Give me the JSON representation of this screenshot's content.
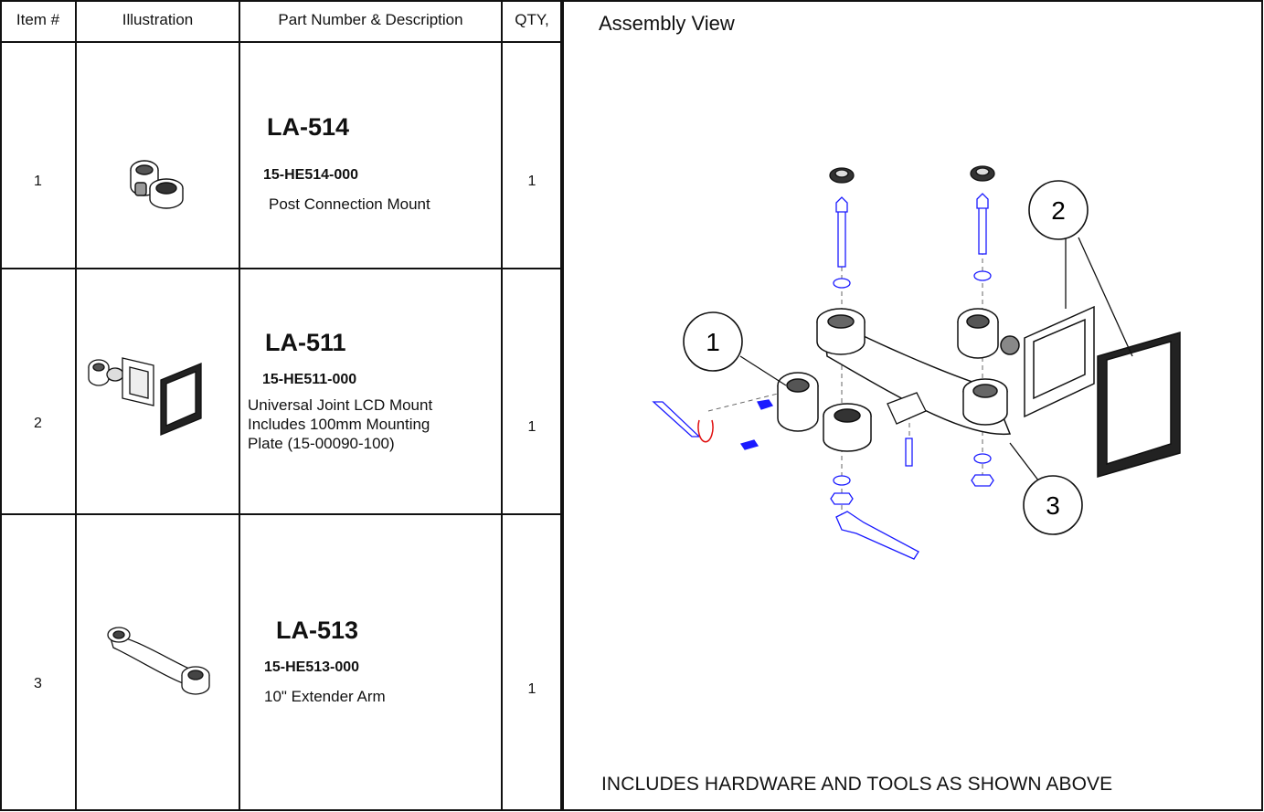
{
  "table": {
    "headers": {
      "item": "Item #",
      "illustration": "Illustration",
      "part": "Part Number & Description",
      "qty": "QTY,"
    },
    "rows": [
      {
        "item": "1",
        "part_number": "LA-514",
        "code": "15-HE514-000",
        "description": [
          "Post Connection Mount"
        ],
        "qty": "1"
      },
      {
        "item": "2",
        "part_number": "LA-511",
        "code": "15-HE511-000",
        "description": [
          "Universal Joint LCD Mount",
          "Includes 100mm Mounting",
          "Plate (15-00090-100)"
        ],
        "qty": "1"
      },
      {
        "item": "3",
        "part_number": "LA-513",
        "code": "15-HE513-000",
        "description": [
          "10\" Extender Arm"
        ],
        "qty": "1"
      }
    ]
  },
  "assembly": {
    "title": "Assembly View",
    "callouts": [
      "1",
      "2",
      "3"
    ],
    "footer": "INCLUDES HARDWARE AND TOOLS AS SHOWN ABOVE"
  },
  "colors": {
    "line": "#111111",
    "hardware": "#1a1aff",
    "rotation_arrow": "#e01010"
  }
}
